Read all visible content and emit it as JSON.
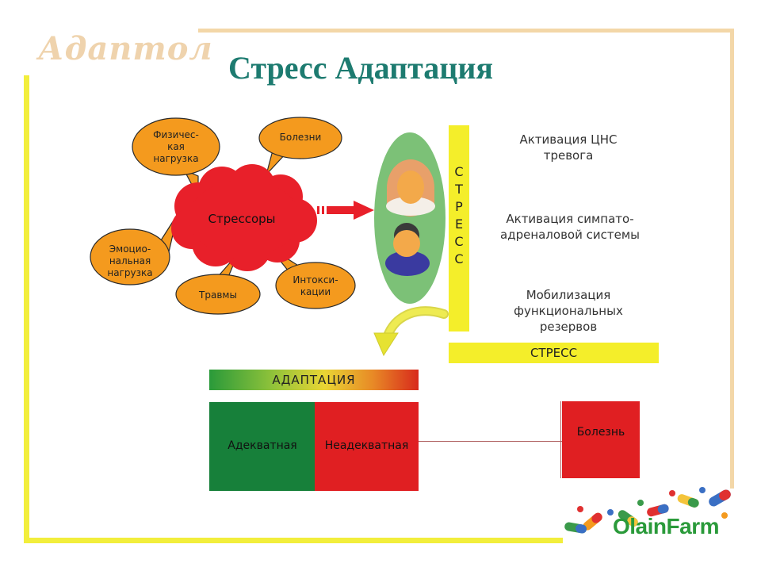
{
  "brand": "Адаптол",
  "title": "Стресс  Адаптация",
  "stressors": {
    "center": "Стрессоры",
    "causes": [
      {
        "id": "physical",
        "label": [
          "Физичес-",
          "кая",
          "нагрузка"
        ]
      },
      {
        "id": "disease",
        "label": [
          "Болезни"
        ]
      },
      {
        "id": "emotional",
        "label": [
          "Эмоцио-",
          "нальная",
          "нагрузка"
        ]
      },
      {
        "id": "trauma",
        "label": [
          "Травмы"
        ]
      },
      {
        "id": "intox",
        "label": [
          "Интокси-",
          "кации"
        ]
      }
    ]
  },
  "stress_vertical": [
    "С",
    "Т",
    "Р",
    "Е",
    "С",
    "С"
  ],
  "stress_effects": [
    {
      "line1": "Активация ЦНС",
      "line2": "тревога"
    },
    {
      "line1": "Активация симпато-",
      "line2": "адреналовой системы"
    },
    {
      "line1": "Мобилизация",
      "line2": "функциональных",
      "line3": "резервов"
    }
  ],
  "stress_label": "СТРЕСС",
  "adaptation_label": "АДАПТАЦИЯ",
  "adaptation_types": {
    "adequate": "Адекватная",
    "inadequate": "Неадекватная"
  },
  "outcome": "Болезнь",
  "logo": "OlainFarm",
  "colors": {
    "title": "#1d7b70",
    "cloud": "#e8202a",
    "bubble": "#f49a1e",
    "green": "#17803a",
    "red": "#e01f22",
    "yellow": "#f4ee2a"
  }
}
